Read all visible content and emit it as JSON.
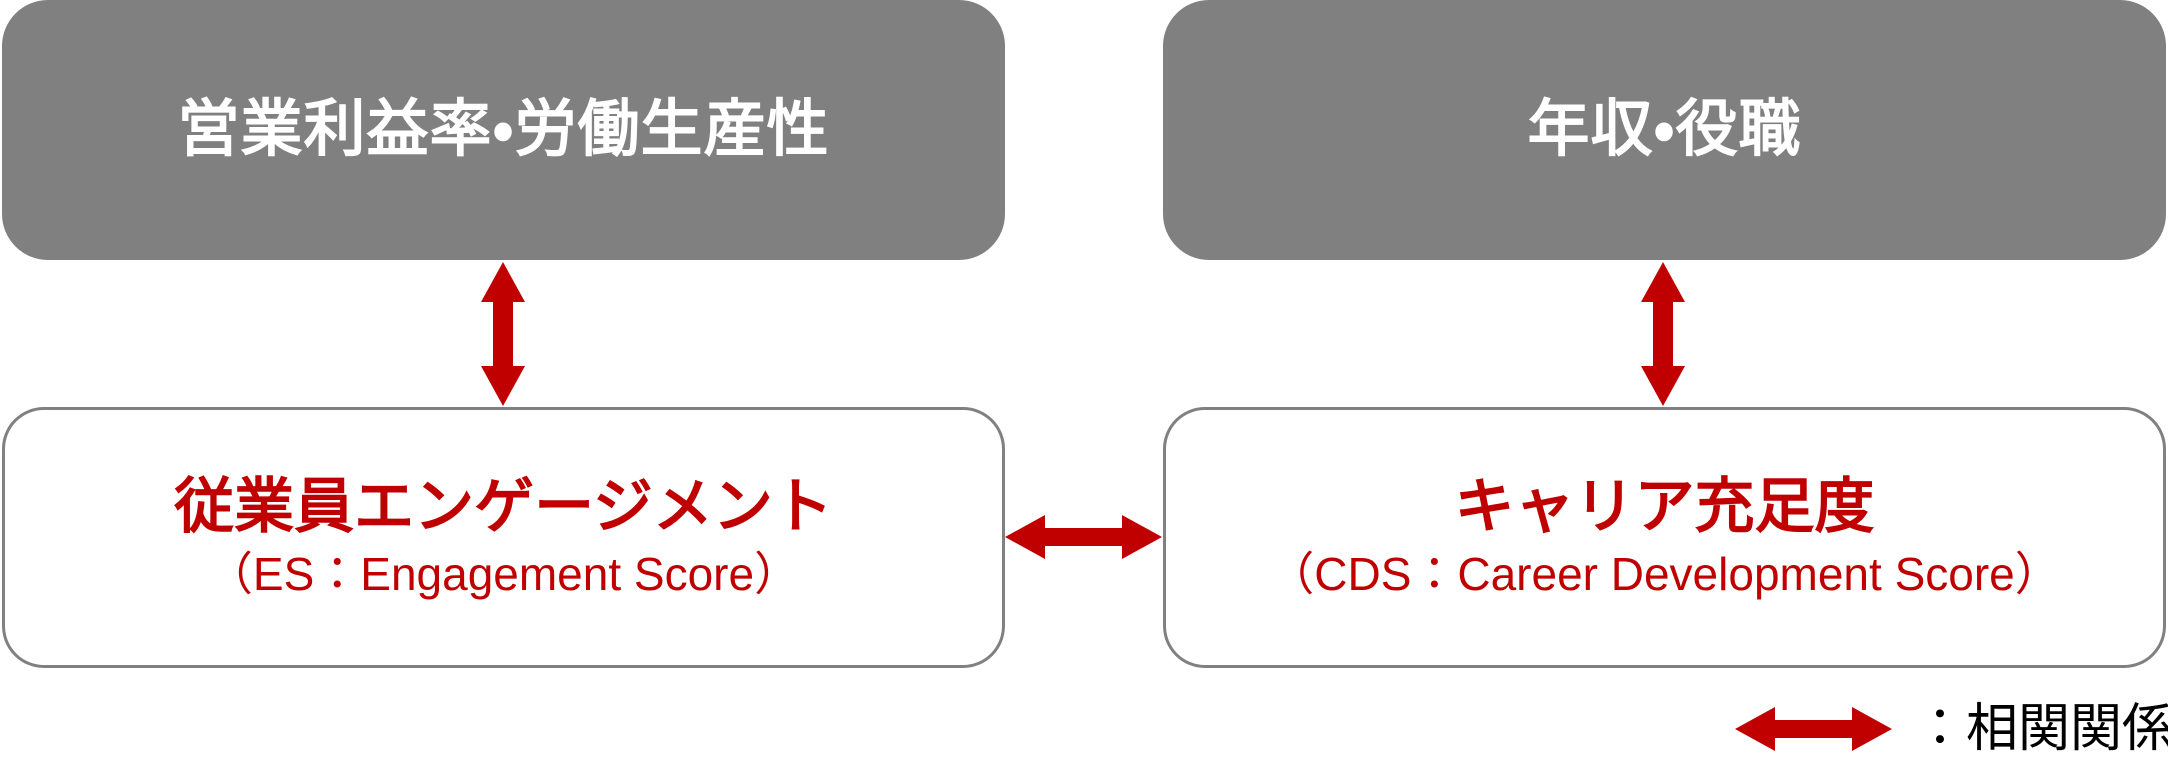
{
  "diagram": {
    "boxes": {
      "top_left": {
        "label": "営業利益率・労働生産性"
      },
      "top_right": {
        "label": "年収・役職"
      },
      "bottom_left": {
        "title": "従業員エンゲージメント",
        "subtitle": "（ES：Engagement Score）"
      },
      "bottom_right": {
        "title": "キャリア充足度",
        "subtitle": "（CDS：Career Development Score）"
      }
    },
    "arrows": {
      "left_vertical": {
        "type": "double-headed-vertical",
        "meaning": "相関関係"
      },
      "right_vertical": {
        "type": "double-headed-vertical",
        "meaning": "相関関係"
      },
      "horizontal": {
        "type": "double-headed-horizontal",
        "meaning": "相関関係"
      }
    },
    "legend": {
      "label": "：相関関係"
    }
  },
  "colors": {
    "box_gray": "#808080",
    "box_border_gray": "#808080",
    "accent_red": "#C00000",
    "box_text_white": "#FFFFFF",
    "legend_text_black": "#000000",
    "background": "#FFFFFF"
  }
}
